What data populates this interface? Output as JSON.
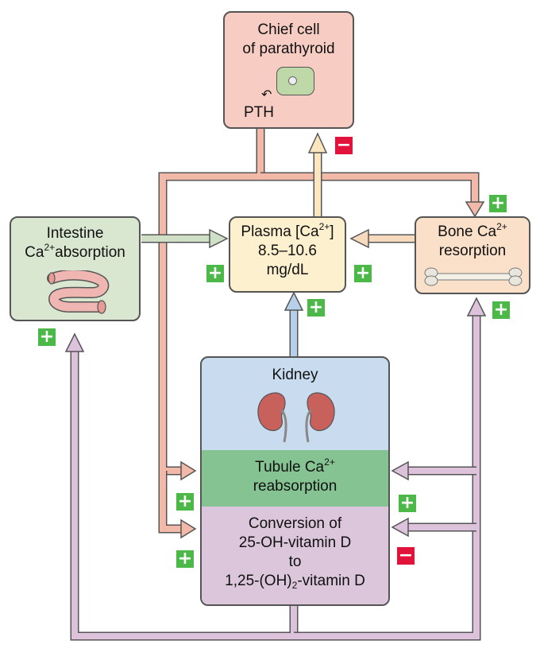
{
  "parathyroid": {
    "line1": "Chief cell",
    "line2": "of parathyroid",
    "hormone": "PTH"
  },
  "plasma": {
    "prefix": "Plasma [Ca",
    "ion": "2+",
    "suffix": "]",
    "range": "8.5–10.6",
    "unit": "mg/dL"
  },
  "intestine": {
    "title": "Intestine",
    "ca": "Ca",
    "ion": "2+",
    "label": "absorption"
  },
  "bone": {
    "line1a": "Bone Ca",
    "ion": "2+",
    "line2": "resorption"
  },
  "kidney": {
    "title": "Kidney"
  },
  "tubule": {
    "line1a": "Tubule Ca",
    "ion": "2+",
    "line2": "reabsorption"
  },
  "conversion": {
    "line1": "Conversion of",
    "line2": "25-OH-vitamin D",
    "line3": "to",
    "line4a": "1,25-(OH)",
    "sub": "2",
    "line4b": "-vitamin D"
  },
  "signs": {
    "plus": "+",
    "minus": "−"
  },
  "colors": {
    "pth_arrow": "#f2b8a8",
    "plasma_arrow": "#fbe6bf",
    "vitd_arrow": "#dcc3db",
    "kidney_arrow": "#b7d0ea",
    "intestine_arrow": "#cfe0c7"
  }
}
